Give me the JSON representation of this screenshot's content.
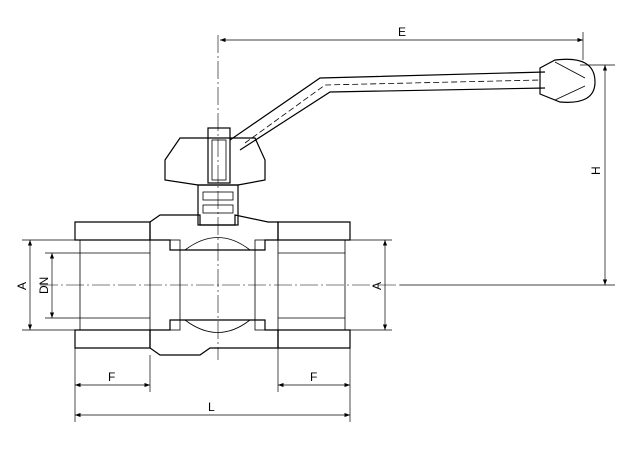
{
  "drawing": {
    "title": "Ball valve dimension drawing",
    "dimensions": {
      "E": "E",
      "H": "H",
      "A_left": "A",
      "DN": "DN",
      "A_right": "A",
      "F_left": "F",
      "F_right": "F",
      "L": "L"
    }
  }
}
